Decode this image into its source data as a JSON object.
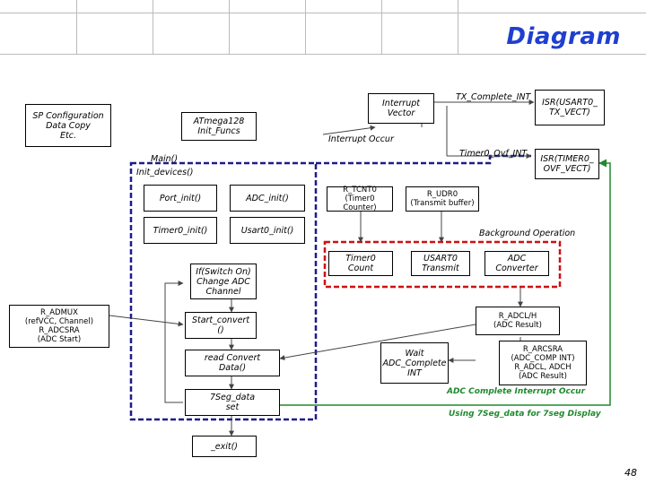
{
  "title": "Diagram",
  "page_number": "48",
  "boxes": {
    "sp_config": "SP Configuration\nData Copy\nEtc.",
    "atmega": "ATmega128\nInit_Funcs",
    "interrupt_vector": "Interrupt\nVector",
    "isr_usart": "ISR(USART0_\nTX_VECT)",
    "isr_timer": "ISR(TIMER0_\nOVF_VECT)",
    "port_init": "Port_init()",
    "adc_init": "ADC_init()",
    "timer0_init": "Timer0_init()",
    "usart0_init": "Usart0_init()",
    "r_tcnt0": "R_TCNT0\n(Timer0 Counter)",
    "r_udr0": "R_UDR0\n(Transmit buffer)",
    "if_switch": "If(Switch On)\nChange ADC\nChannel",
    "timer0_count": "Timer0\nCount",
    "usart0_transmit": "USART0\nTransmit",
    "adc_converter": "ADC\nConverter",
    "r_admux": "R_ADMUX\n(refVCC, Channel)\nR_ADCSRA\n(ADC Start)",
    "start_convert": "Start_convert\n()",
    "r_adclh": "R_ADCL/H\n(ADC Result)",
    "read_convert": "read Convert\nData()",
    "wait_adc": "Wait\nADC_Complete\nINT",
    "r_arcsra": "R_ARCSRA\n(ADC_COMP INT)\nR_ADCL, ADCH\n(ADC Result)",
    "seg_data": "7Seg_data\nset",
    "exit": "_exit()"
  },
  "labels": {
    "tx_complete": "TX_Complete_INT",
    "timer_ovf": "Timer0_Ovf_INT",
    "interrupt_occur": "Interrupt Occur",
    "main": "Main()",
    "init_devices": "Init_devices()",
    "background": "Background Operation",
    "adc_complete": "ADC Complete Interrupt Occur",
    "using_7seg": "Using 7Seg_data for 7seg Display"
  },
  "colors": {
    "title": "#1f3fd0",
    "blue_dashed": "#1c1c8c",
    "red_dashed": "#cc1111",
    "green_line": "#1e8a2e",
    "arrow": "#444444"
  }
}
